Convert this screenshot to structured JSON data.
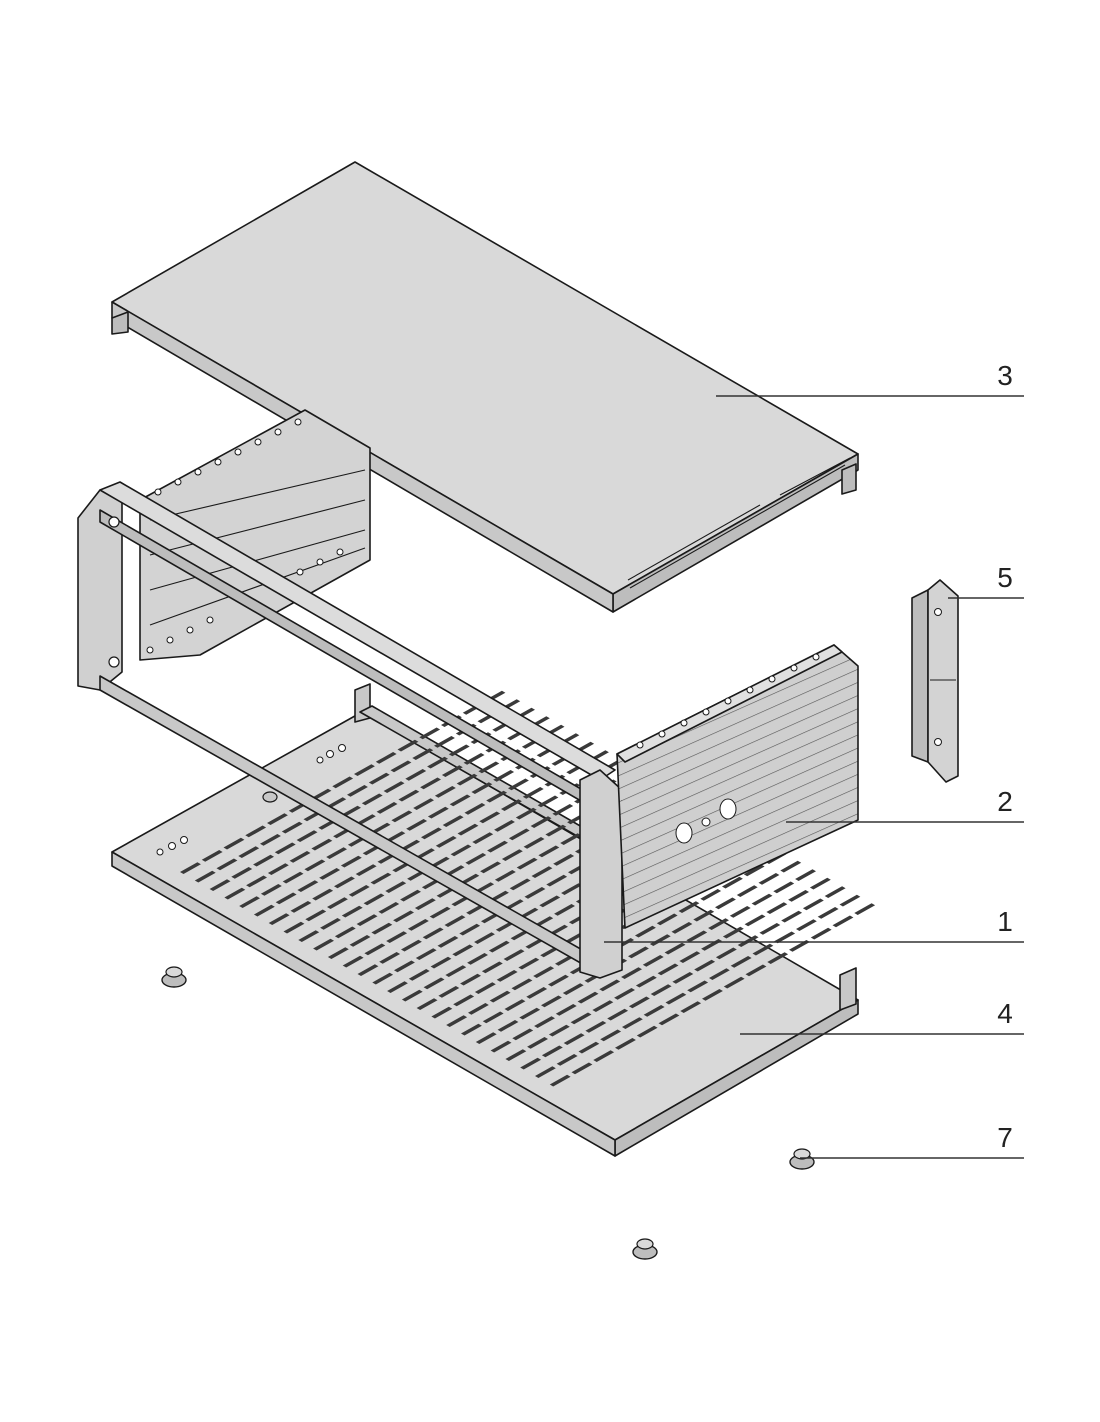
{
  "diagram": {
    "colors": {
      "fill": "#d9d9d9",
      "fill_dark": "#bdbdbd",
      "fill_light": "#e8e8e8",
      "stroke": "#1a1a1a",
      "slot": "#3a3a3a",
      "leader": "#333333"
    },
    "callouts": [
      {
        "id": "3",
        "label": "3"
      },
      {
        "id": "5",
        "label": "5"
      },
      {
        "id": "2",
        "label": "2"
      },
      {
        "id": "1",
        "label": "1"
      },
      {
        "id": "4",
        "label": "4"
      },
      {
        "id": "7",
        "label": "7"
      }
    ]
  }
}
